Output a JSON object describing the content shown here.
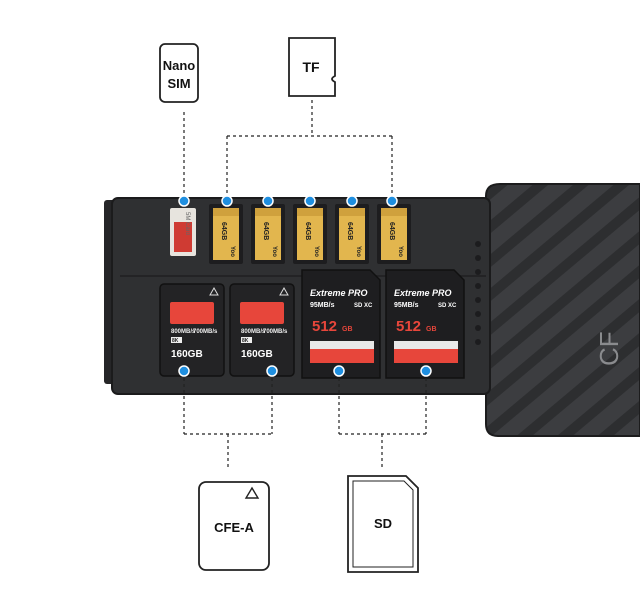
{
  "callouts": {
    "nano_sim": {
      "line1": "Nano",
      "line2": "SIM"
    },
    "tf": "TF",
    "cfe_a": "CFE-A",
    "sd": "SD"
  },
  "colors": {
    "accent": "#1f8fe0",
    "body": "#2f2f31",
    "gold": "#d8b04a",
    "card_red": "#e7463b"
  },
  "tf_card": {
    "capacity": "64GB",
    "brand": "Yoo"
  },
  "sim_card": {
    "label": "5M Card"
  },
  "cfe_cards": [
    {
      "speed_read": "800MB/s",
      "speed_write": "700MB/s",
      "tag": "8K",
      "capacity": "160GB"
    },
    {
      "speed_read": "800MB/s",
      "speed_write": "700MB/s",
      "tag": "8K",
      "capacity": "160GB"
    }
  ],
  "sd_cards": [
    {
      "brand": "Extreme PRO",
      "speed": "95MB/s",
      "type": "SD XC",
      "capacity": "512",
      "unit": "GB"
    },
    {
      "brand": "Extreme PRO",
      "speed": "95MB/s",
      "type": "SD XC",
      "capacity": "512",
      "unit": "GB"
    }
  ]
}
